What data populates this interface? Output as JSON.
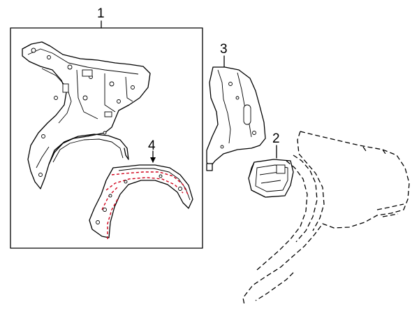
{
  "diagram": {
    "callouts": [
      {
        "id": "1",
        "label": "1"
      },
      {
        "id": "2",
        "label": "2"
      },
      {
        "id": "3",
        "label": "3"
      },
      {
        "id": "4",
        "label": "4"
      }
    ],
    "colors": {
      "linework": "#000000",
      "highlight": "#d0021b",
      "background": "#ffffff"
    }
  }
}
